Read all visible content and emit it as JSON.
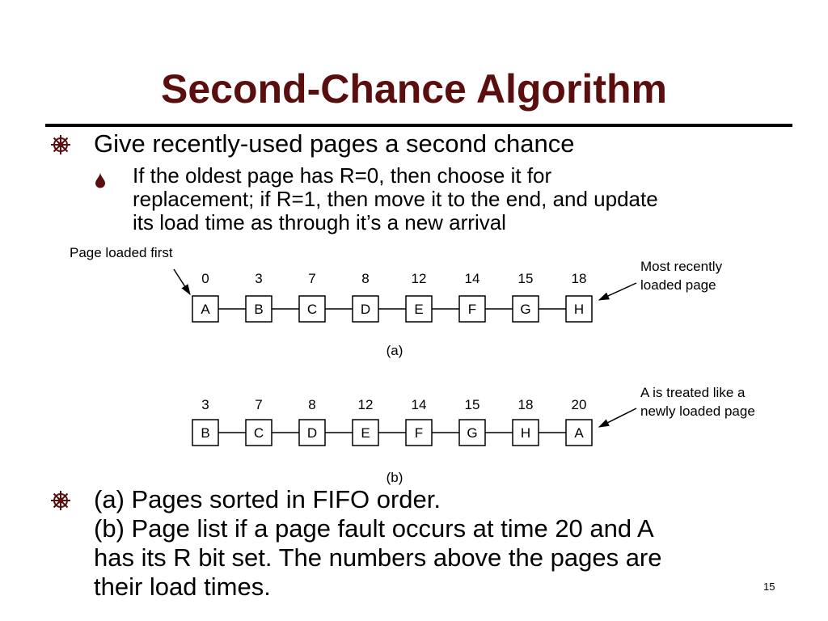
{
  "slide": {
    "title": "Second-Chance Algorithm",
    "bullet1": "Give recently-used pages a second chance",
    "sub_bullet_lines": [
      "If the oldest page has R=0, then choose it for",
      "replacement; if R=1, then move it to the end, and update",
      "its load time as through it’s a new arrival"
    ],
    "bullet2_lines": [
      "(a) Pages sorted in FIFO order.",
      "(b) Page list if a page fault occurs at time 20 and A",
      "has its R bit set. The numbers above the pages are",
      "their load times."
    ],
    "slide_number": "15",
    "bullet_icon": "wheel-bullet-icon",
    "sub_bullet_icon": "drop-bullet-icon",
    "colors": {
      "title": "#5a0e0e",
      "bullet": "#5a0e0e",
      "diagram": "#000000"
    }
  },
  "figure": {
    "a": {
      "pages": [
        "A",
        "B",
        "C",
        "D",
        "E",
        "F",
        "G",
        "H"
      ],
      "times": [
        "0",
        "3",
        "7",
        "8",
        "12",
        "14",
        "15",
        "18"
      ],
      "left_annotation": "Page loaded first",
      "right_annotation": [
        "Most recently",
        "loaded page"
      ],
      "caption": "(a)"
    },
    "b": {
      "pages": [
        "B",
        "C",
        "D",
        "E",
        "F",
        "G",
        "H",
        "A"
      ],
      "times": [
        "3",
        "7",
        "8",
        "12",
        "14",
        "15",
        "18",
        "20"
      ],
      "right_annotation": [
        "A is treated like a",
        "newly loaded page"
      ],
      "caption": "(b)"
    }
  }
}
